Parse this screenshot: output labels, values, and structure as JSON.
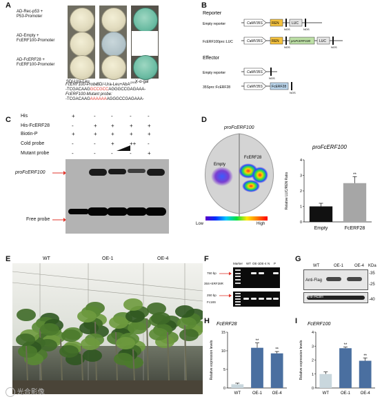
{
  "panels": {
    "A": "A",
    "B": "B",
    "C": "C",
    "D": "D",
    "E": "E",
    "F": "F",
    "G": "G",
    "H": "H",
    "I": "I"
  },
  "panelA": {
    "rows": [
      "AD-Rec-p53 +\nP53-Promoter",
      "AD-Empty +\nFcERF100-Promoter",
      "AD-FcERF28 +\nFcERF100-Promoter"
    ],
    "cols": [
      "SD/-Ura-Leu",
      "SD/-Ura-Leu+AbA",
      "X-α-gal"
    ],
    "aba_sup": "(200)"
  },
  "panelB": {
    "reporter_title": "Reporter",
    "effector_title": "Effector",
    "rows": [
      {
        "label": "Empty reporter",
        "promoter": "CaMV35S",
        "gene": "REN",
        "has_insert": false,
        "tail": "LUC"
      },
      {
        "label": "FcERF100pro::LUC",
        "promoter": "CaMV35S",
        "gene": "REN",
        "has_insert": true,
        "insert": "proFcERF100",
        "tail": "LUC"
      },
      {
        "label": "Empty reporter",
        "promoter": "CaMV35S",
        "gene": "",
        "has_insert": false,
        "tail": ""
      },
      {
        "label": "35Spro::FcERF28",
        "promoter": "CaMV35S",
        "gene": "FcERF28",
        "has_insert": false,
        "tail": ""
      }
    ],
    "nos": "NOS"
  },
  "panelC": {
    "probe_title": "FcERF100-Probe:",
    "probe_seq_a": "-TCGACAAG",
    "probe_seq_red": "GCCGCC",
    "probe_seq_b": "AGGGCCGAGAAA-",
    "mut_title": "FcERF100-Mutant probe:",
    "mut_seq_a": "-TCGACAAG",
    "mut_seq_red": "AAAAAA",
    "mut_seq_b": "AGGGCCGAGAAA-",
    "row_labels": [
      "His",
      "His-FcERF28",
      "Biotin-P",
      "Cold probe",
      "Mutant  probe"
    ],
    "lanes": [
      [
        "+",
        "-",
        "-",
        "-",
        "-"
      ],
      [
        "-",
        "+",
        "+",
        "+",
        "+"
      ],
      [
        "+",
        "+",
        "+",
        "+",
        "+"
      ],
      [
        "-",
        "-",
        "+",
        "++",
        "-"
      ],
      [
        "-",
        "-",
        "-",
        "-",
        "+"
      ]
    ],
    "band_label": "proFcERF100",
    "free_label": "Free probe"
  },
  "panelD": {
    "leaf_title": "proFcERF100",
    "leaf_left": "Empty",
    "leaf_right": "FcERF28",
    "scale_low": "Low",
    "scale_high": "High",
    "star": "**"
  },
  "panelE": {
    "labels": [
      "WT",
      "OE-1",
      "OE-4"
    ],
    "watermark": "光合影像"
  },
  "panelF": {
    "lanes": [
      "Marker",
      "WT",
      "OE-1",
      "OE-4",
      "N",
      "P"
    ],
    "size1": "750 bp",
    "size2": "250 bp",
    "target": "35S+ERF28R",
    "ref": "Fc18S"
  },
  "panelG": {
    "lanes": [
      "WT",
      "OE-1",
      "OE-4"
    ],
    "kda": "KDa",
    "rows": [
      "Anti-Flag",
      "Anti-Actin"
    ],
    "markers": [
      "-35",
      "-25",
      "-40"
    ]
  },
  "colors": {
    "wt_bar": "#c9d7dd",
    "oe_bar": "#4a6fa0",
    "gray_bar": "#a6a6a6",
    "black_bar": "#111111",
    "red": "#e0352b"
  },
  "chart_data": [
    {
      "type": "bar",
      "title": "proFcERF100",
      "categories": [
        "Empty",
        "FcERF28"
      ],
      "values": [
        1.0,
        2.5
      ],
      "errors": [
        0.2,
        0.42
      ],
      "significance": [
        "",
        "**"
      ],
      "ylabel": "Relative LUC/REN Ratio",
      "ylim": [
        0,
        4
      ],
      "yticks": [
        0,
        1,
        2,
        3,
        4
      ]
    },
    {
      "type": "bar",
      "title": "FcERF28",
      "categories": [
        "WT",
        "OE-1",
        "OE-4"
      ],
      "values": [
        1.0,
        10.8,
        9.3
      ],
      "errors": [
        0.3,
        1.3,
        0.5
      ],
      "significance": [
        "",
        "**",
        "**"
      ],
      "ylabel": "Relative expression levels",
      "ylim": [
        0,
        15
      ],
      "yticks": [
        0,
        5,
        10,
        15
      ]
    },
    {
      "type": "bar",
      "title": "FcERF100",
      "categories": [
        "WT",
        "OE-1",
        "OE-4"
      ],
      "values": [
        1.0,
        2.85,
        1.95
      ],
      "errors": [
        0.15,
        0.08,
        0.2
      ],
      "significance": [
        "",
        "**",
        "**"
      ],
      "ylabel": "Relative expression levels",
      "ylim": [
        0,
        4
      ],
      "yticks": [
        0,
        1,
        2,
        3,
        4
      ]
    }
  ]
}
